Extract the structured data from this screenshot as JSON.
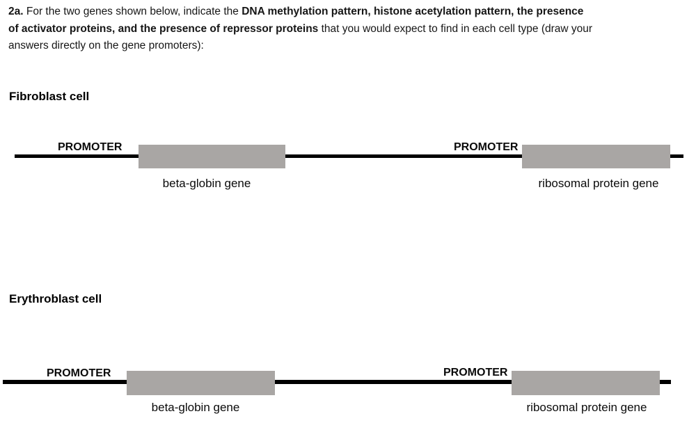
{
  "question": {
    "lines": [
      [
        {
          "t": "2a.",
          "b": true
        },
        {
          "t": " For the two genes shown below, indicate the ",
          "b": false
        },
        {
          "t": "DNA methylation pattern, histone acetylation pattern, the presence",
          "b": true
        }
      ],
      [
        {
          "t": "of activator proteins, and the presence of repressor proteins",
          "b": true
        },
        {
          "t": " that you would expect to find in each cell type (draw your",
          "b": false
        }
      ],
      [
        {
          "t": "answers directly on the gene promoters):",
          "b": false
        }
      ]
    ]
  },
  "sections": [
    {
      "title": "Fibroblast cell",
      "promoter_left": "PROMOTER",
      "promoter_right": "PROMOTER",
      "gene_left": "beta-globin gene",
      "gene_right": "ribosomal protein gene"
    },
    {
      "title": "Erythroblast cell",
      "promoter_left": "PROMOTER",
      "promoter_right": "PROMOTER",
      "gene_left": "beta-globin gene",
      "gene_right": "ribosomal protein gene"
    }
  ],
  "colors": {
    "gene_box": "#a9a6a4",
    "dna_line": "#000000"
  }
}
